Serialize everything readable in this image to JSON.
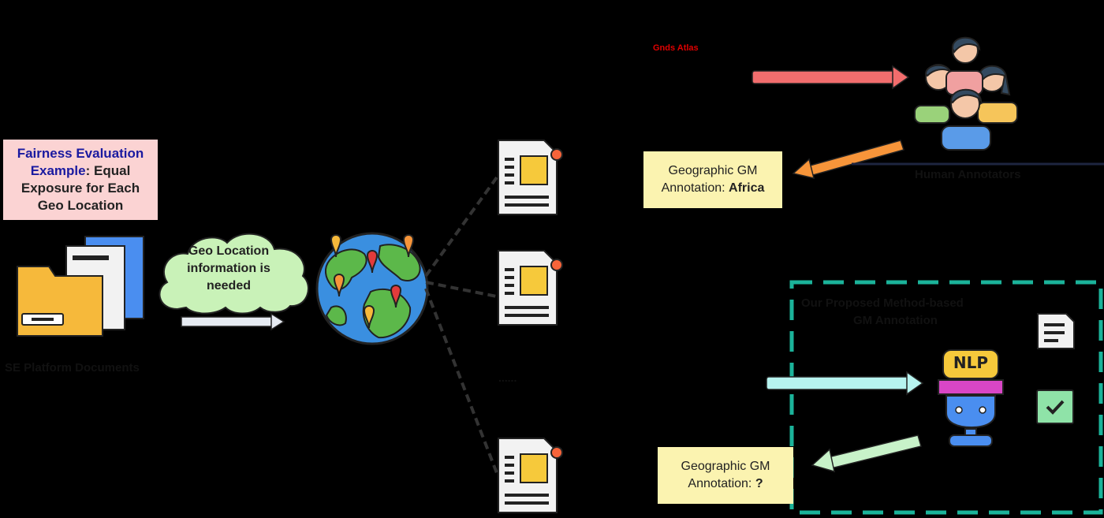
{
  "fairness": {
    "title_part1": "Fairness Evaluation",
    "title_part2": "Example",
    "subtitle_rest": ": Equal",
    "line3": "Exposure for Each",
    "line4": "Geo Location"
  },
  "cloud": {
    "line1": "Geo Location",
    "line2": "information is",
    "line3": "needed"
  },
  "annotation_human": {
    "line1": "Geographic GM",
    "line2_prefix": "Annotation: ",
    "line2_value": "Africa"
  },
  "annotation_llm": {
    "line1": "Geographic GM",
    "line2_prefix": "Annotation: ",
    "line2_value": "?"
  },
  "red_label": "Gnds Atlas",
  "folder_label": "SE Platform Documents",
  "people_label": "Human Annotators",
  "dots_label": "......",
  "llm_label_line1": "Our Proposed Method-based",
  "llm_label_line2": "GM Annotation",
  "nlp_label": "NLP",
  "colors": {
    "red_arrow": "#f26d6d",
    "orange_arrow": "#f7953a",
    "cyan_arrow": "#b6f3ef",
    "green_arrow": "#c8f2c9",
    "dashed_box": "#1bb39a",
    "annotation_bg": "#fbf3b0",
    "fairness_bg": "#fbd3d3"
  }
}
